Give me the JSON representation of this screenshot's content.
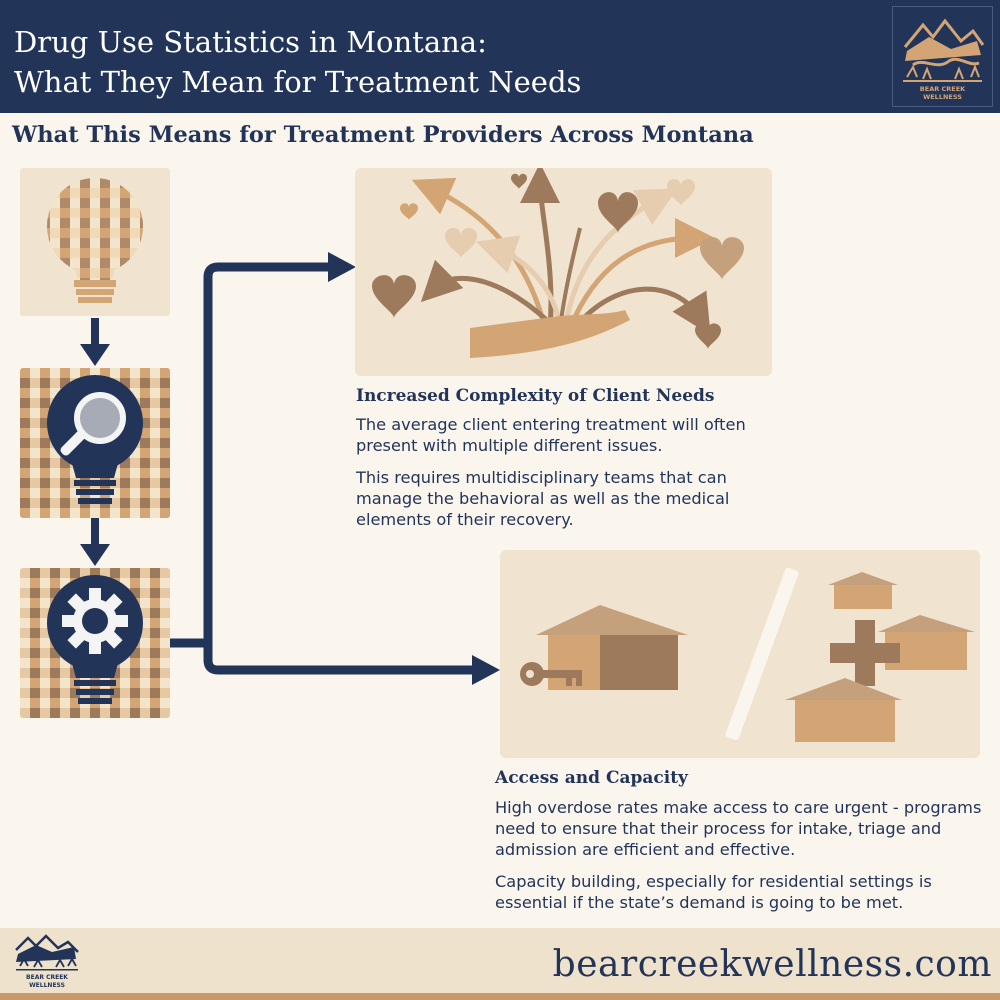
{
  "header": {
    "title_line1": "Drug Use Statistics in Montana:",
    "title_line2": "What They Mean for Treatment Needs",
    "logo_text": "BEAR CREEK WELLNESS"
  },
  "subtitle": "What This Means for Treatment Providers Across Montana",
  "flow_icons": [
    "lightbulb-idea-icon",
    "lightbulb-magnifier-icon",
    "lightbulb-gear-icon"
  ],
  "sections": {
    "complexity": {
      "title": "Increased Complexity of Client Needs",
      "para1": "The average client entering treatment will often present with multiple different issues.",
      "para2": "This requires multidisciplinary teams that can manage the behavioral as well as the medical elements of their recovery.",
      "illustration": "hand-with-hearts-icon"
    },
    "access": {
      "title": "Access and Capacity",
      "para1": "High overdose rates make access to care urgent - programs need to ensure that their process for intake, triage and admission are efficient and effective.",
      "para2": "Capacity building, especially for residential settings is essential if the state’s demand is going to be met.",
      "illustration": "houses-key-plus-icon"
    }
  },
  "footer": {
    "url": "bearcreekwellness.com",
    "logo_text": "BEAR CREEK WELLNESS"
  },
  "colors": {
    "navy": "#233459",
    "cream": "#faf6ee",
    "tan": "#d4a574",
    "brown": "#9c7a5b",
    "panel": "#f0e3cf"
  }
}
